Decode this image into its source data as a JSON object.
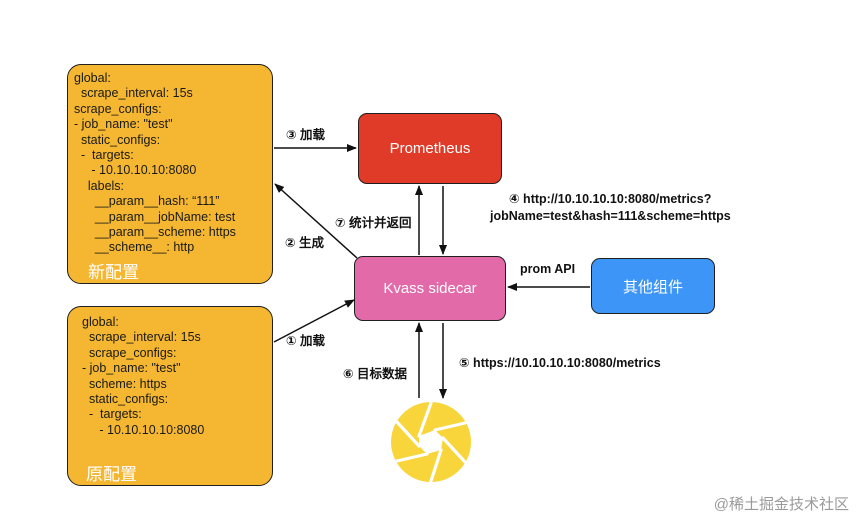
{
  "new_config": {
    "code": "global:\n  scrape_interval: 15s\nscrape_configs:\n- job_name: \"test\"\n  static_configs:\n  -  targets:\n     - 10.10.10.10:8080\n    labels:\n      __param__hash: “111”\n      __param__jobName: test\n      __param__scheme: https\n      __scheme__: http",
    "title": "新配置"
  },
  "orig_config": {
    "code": "global:\n  scrape_interval: 15s\n  scrape_configs:\n- job_name: \"test\"\n  scheme: https\n  static_configs:\n  -  targets:\n     - 10.10.10.10:8080",
    "title": "原配置"
  },
  "nodes": {
    "prometheus": "Prometheus",
    "sidecar": "Kvass sidecar",
    "other": "其他组件"
  },
  "labels": {
    "load3": "③ 加载",
    "gen2": "② 生成",
    "load1": "① 加载",
    "stat7": "⑦ 统计并返回",
    "url4_line1": "④ http://10.10.10.10:8080/metrics?",
    "url4_line2": "jobName=test&hash=111&scheme=https",
    "prom_api": "prom API",
    "url5": "⑤ https://10.10.10.10:8080/metrics",
    "target6": "⑥ 目标数据"
  },
  "colors": {
    "config_fill": "#f5b731",
    "prometheus_fill": "#e03a28",
    "sidecar_fill": "#e36aa8",
    "other_fill": "#3d95f7",
    "target_icon": "#f8d53a"
  },
  "icons": {
    "target": "shutter-icon"
  },
  "watermark": "@稀土掘金技术社区"
}
